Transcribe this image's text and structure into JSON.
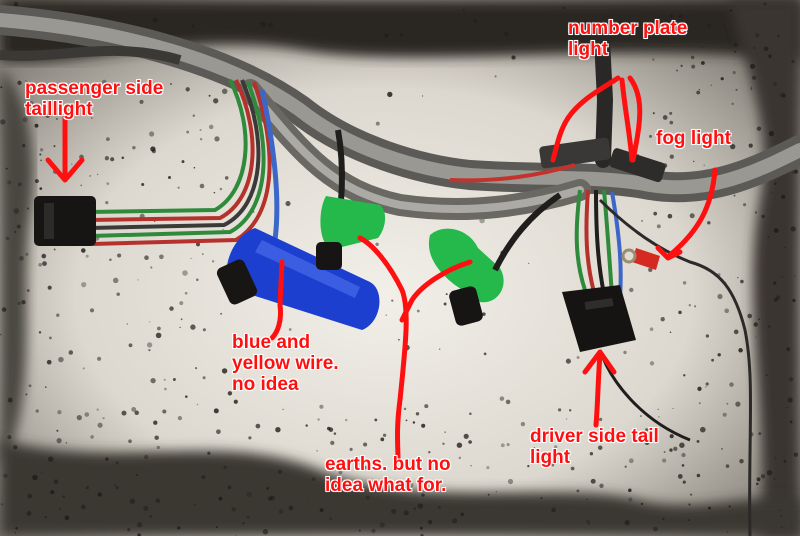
{
  "photo": {
    "subject": "",
    "colors": {
      "surface": "#e9e6df",
      "soot": "#1e1c1a",
      "annotation": "#ff1010",
      "tape_blue": "#1c3fd0",
      "connector_green": "#25b84a",
      "loom": "#8c8c8c"
    }
  },
  "annotations": {
    "passenger_tail": "passenger side\ntaillight",
    "number_plate": "number plate\nlight",
    "fog_light": "fog light",
    "blue_yellow": "blue and\nyellow wire.\nno idea",
    "earths": "earths. but no\nidea what for.",
    "driver_tail": "driver side tail\nlight"
  }
}
